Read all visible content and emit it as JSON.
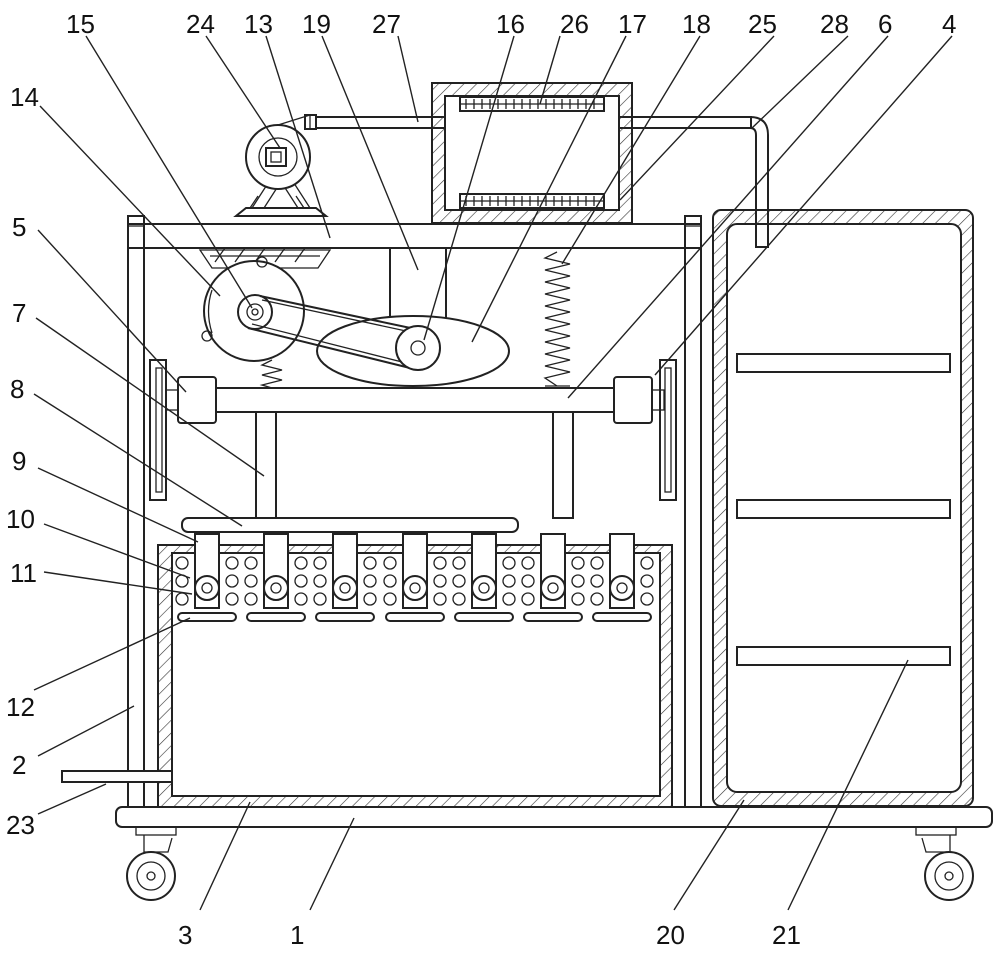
{
  "labels": [
    {
      "id": "15",
      "text": "15"
    },
    {
      "id": "24",
      "text": "24"
    },
    {
      "id": "13",
      "text": "13"
    },
    {
      "id": "19",
      "text": "19"
    },
    {
      "id": "27",
      "text": "27"
    },
    {
      "id": "16",
      "text": "16"
    },
    {
      "id": "26",
      "text": "26"
    },
    {
      "id": "17",
      "text": "17"
    },
    {
      "id": "18",
      "text": "18"
    },
    {
      "id": "25",
      "text": "25"
    },
    {
      "id": "28",
      "text": "28"
    },
    {
      "id": "6",
      "text": "6"
    },
    {
      "id": "4",
      "text": "4"
    },
    {
      "id": "14",
      "text": "14"
    },
    {
      "id": "5",
      "text": "5"
    },
    {
      "id": "7",
      "text": "7"
    },
    {
      "id": "8",
      "text": "8"
    },
    {
      "id": "9",
      "text": "9"
    },
    {
      "id": "10",
      "text": "10"
    },
    {
      "id": "11",
      "text": "11"
    },
    {
      "id": "12",
      "text": "12"
    },
    {
      "id": "2",
      "text": "2"
    },
    {
      "id": "23",
      "text": "23"
    },
    {
      "id": "3",
      "text": "3"
    },
    {
      "id": "1",
      "text": "1"
    },
    {
      "id": "20",
      "text": "20"
    },
    {
      "id": "21",
      "text": "21"
    }
  ]
}
